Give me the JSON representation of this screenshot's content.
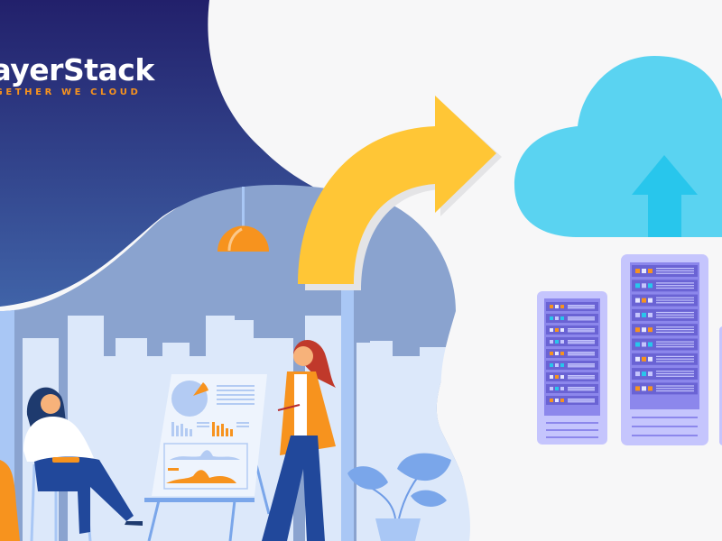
{
  "brand": {
    "name": "LayerStack",
    "visible_name": "ayerStack",
    "tagline": "TOGETHER WE CLOUD",
    "visible_tagline": "OGETHER WE CLOUD"
  },
  "colors": {
    "background": "#f7f7f8",
    "navy_top": "#22206b",
    "navy_bottom": "#3f63a6",
    "office_blob": "#8aa3cf",
    "office_wall": "#dce8fa",
    "arrow_yellow": "#ffc636",
    "cloud": "#5ad3f1",
    "cloud_arrow": "#28c6ec",
    "server_frame": "#c5c5fd",
    "server_body": "#8c87ec",
    "server_unit": "#6a63d4",
    "orange": "#f7931e",
    "pants_blue": "#21489b"
  },
  "illustration": {
    "icons": [
      "cloud-upload-icon",
      "curved-arrow-icon",
      "server-rack-icon",
      "presentation-board-icon",
      "pendant-lamp-icon",
      "plant-icon"
    ]
  }
}
